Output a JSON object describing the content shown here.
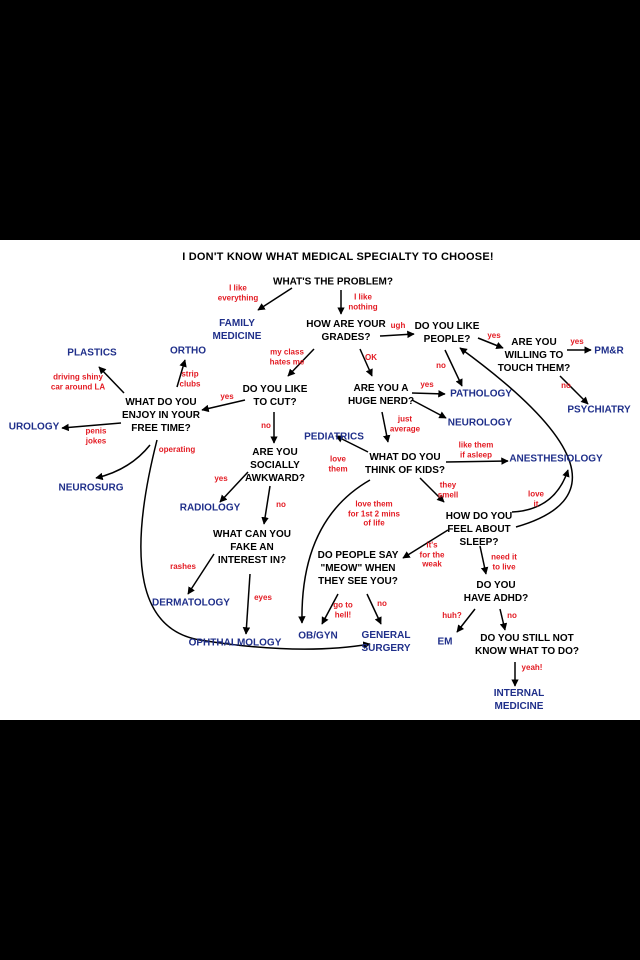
{
  "title": "I DON'T KNOW WHAT MEDICAL SPECIALTY TO CHOOSE!",
  "questions": {
    "problem": "WHAT'S THE PROBLEM?",
    "grades": "HOW ARE YOUR\nGRADES?",
    "like_people": "DO YOU LIKE\nPEOPLE?",
    "touch": "ARE YOU\nWILLING TO\nTOUCH THEM?",
    "free_time": "WHAT DO YOU\nENJOY IN YOUR\nFREE TIME?",
    "cut": "DO YOU LIKE\nTO CUT?",
    "nerd": "ARE YOU A\nHUGE NERD?",
    "awkward": "ARE YOU\nSOCIALLY\nAWKWARD?",
    "kids": "WHAT DO YOU\nTHINK OF KIDS?",
    "sleep": "HOW DO YOU\nFEEL ABOUT\nSLEEP?",
    "fake": "WHAT CAN YOU\nFAKE AN\nINTEREST IN?",
    "meow": "DO PEOPLE SAY\n\"MEOW\" WHEN\nTHEY SEE YOU?",
    "adhd": "DO YOU\nHAVE ADHD?",
    "still": "DO YOU STILL NOT\nKNOW WHAT TO DO?"
  },
  "specialties": {
    "family": "FAMILY\nMEDICINE",
    "plastics": "PLASTICS",
    "ortho": "ORTHO",
    "pmr": "PM&R",
    "pathology": "PATHOLOGY",
    "psychiatry": "PSYCHIATRY",
    "urology": "UROLOGY",
    "neurology": "NEUROLOGY",
    "pediatrics": "PEDIATRICS",
    "anesthesiology": "ANESTHESIOLOGY",
    "neurosurg": "NEUROSURG",
    "radiology": "RADIOLOGY",
    "dermatology": "DERMATOLOGY",
    "ophthalmology": "OPHTHALMOLOGY",
    "obgyn": "OB/GYN",
    "gensurg": "GENERAL\nSURGERY",
    "em": "EM",
    "internal": "INTERNAL\nMEDICINE"
  },
  "answers": {
    "like_everything": "I like\neverything",
    "like_nothing": "I like\nnothing",
    "ugh": "ugh",
    "yes_touch": "yes",
    "yes_pmr": "yes",
    "no_psych": "no",
    "my_class": "my class\nhates me",
    "ok": "OK",
    "no_path": "no",
    "strip_clubs": "strip\nclubs",
    "shiny_car": "driving shiny\ncar around LA",
    "yes_cut": "yes",
    "yes_nerd": "yes",
    "penis_jokes": "penis\njokes",
    "no_cut": "no",
    "just_average": "just\naverage",
    "like_asleep": "like them\nif asleep",
    "operating": "operating",
    "love_them": "love\nthem",
    "they_smell": "they\nsmell",
    "love_it": "love\nit",
    "yes_awk": "yes",
    "no_awk": "no",
    "love_2mins": "love them\nfor 1st 2 mins\nof life",
    "for_weak": "it's\nfor the\nweak",
    "need_live": "need it\nto live",
    "rashes": "rashes",
    "eyes": "eyes",
    "go_hell": "go to\nhell!",
    "no_meow": "no",
    "huh": "huh?",
    "no_adhd": "no",
    "yeah": "yeah!"
  }
}
